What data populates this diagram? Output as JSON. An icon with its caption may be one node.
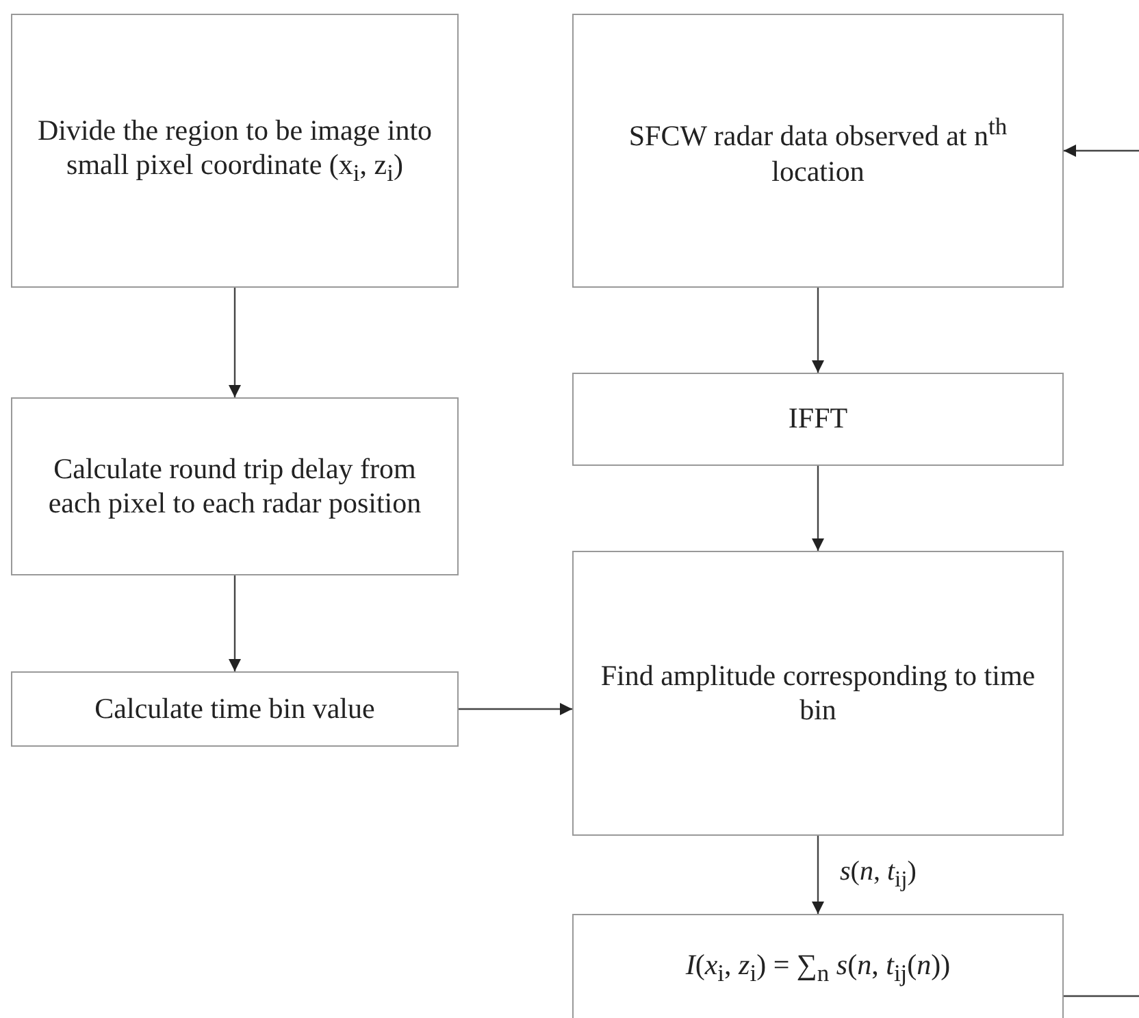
{
  "diagram": {
    "nodes": [
      {
        "text": [
          "Divide the region to be image into small pixel coordinate (x$_{i}$, z$_{i}$)"
        ]
      },
      {
        "text": [
          "SFCW radar data observed at n$^{th}$ location"
        ]
      },
      {
        "text": [
          "Calculate round trip delay from each pixel to each radar position"
        ]
      },
      {
        "text": [
          "IFFT"
        ]
      },
      {
        "text": [
          "Calculate time bin value"
        ]
      },
      {
        "text": [
          "Find amplitude corresponding to time bin"
        ]
      },
      {
        "text": [
          "*I*(*x*$_{i}$, *z*$_{i}$) = ∑$_{n}$ *s*(*n*, *t*$_{ij}$(*n*))"
        ]
      }
    ],
    "edges": [
      {
        "from": 0,
        "to": 2,
        "arrow": "to"
      },
      {
        "from": 2,
        "to": 4,
        "arrow": "to"
      },
      {
        "from": 4,
        "to": 5,
        "arrow": "to"
      },
      {
        "from": 1,
        "to": 3,
        "arrow": "to"
      },
      {
        "from": 3,
        "to": 5,
        "arrow": "to"
      },
      {
        "from": 5,
        "to": 6,
        "arrow": "to",
        "label": "*s*(*n*, *t*$_{ij}$)"
      },
      {
        "from": 6,
        "to": null,
        "arrow": "none"
      },
      {
        "from": null,
        "to": 1,
        "arrow": "to"
      }
    ]
  }
}
